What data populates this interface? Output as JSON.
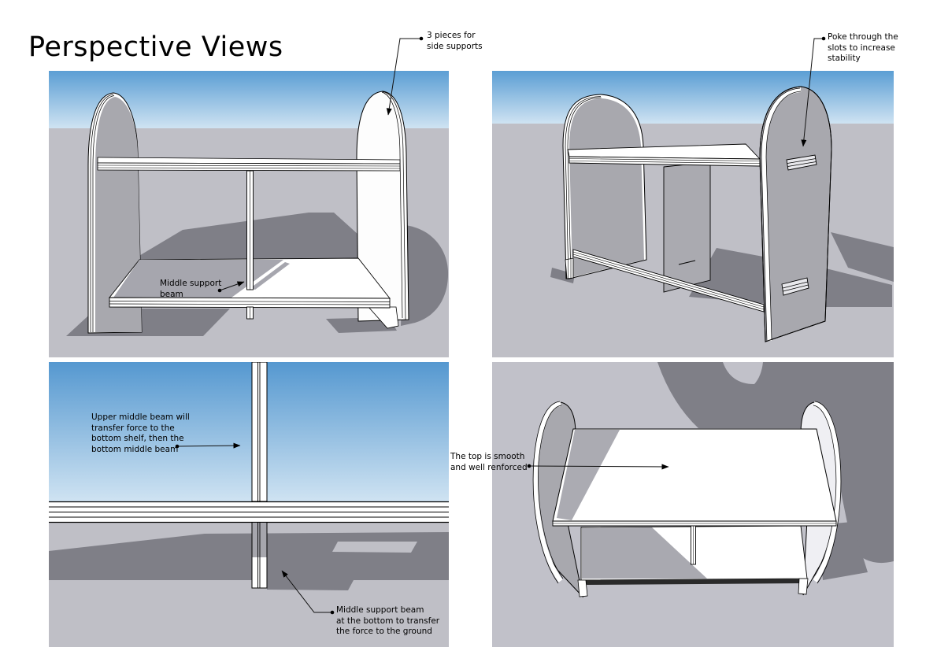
{
  "title": "Perspective Views",
  "annotations": {
    "side_supports": "3 pieces for\nside supports",
    "poke_slots": "Poke through the\nslots to increase\nstability",
    "middle_beam": "Middle support\nbeam",
    "upper_middle_beam": "Upper middle beam will\ntransfer force to the\nbottom shelf, then the\nbottom middle beam",
    "bottom_middle_beam": "Middle support beam\nat the bottom to transfer\nthe force to the ground",
    "smooth_top": "The top is smooth\nand well renforced"
  },
  "colors": {
    "sky_top": "#5b9ed4",
    "sky_horizon": "#cfe3f2",
    "ground": "#bfbfc6",
    "shadow_dark": "#7f7f87",
    "shadow_mid": "#a6a6ae",
    "panel_shaded": "#a8a8ae",
    "surface_white": "#ffffff",
    "outline": "#000000"
  }
}
